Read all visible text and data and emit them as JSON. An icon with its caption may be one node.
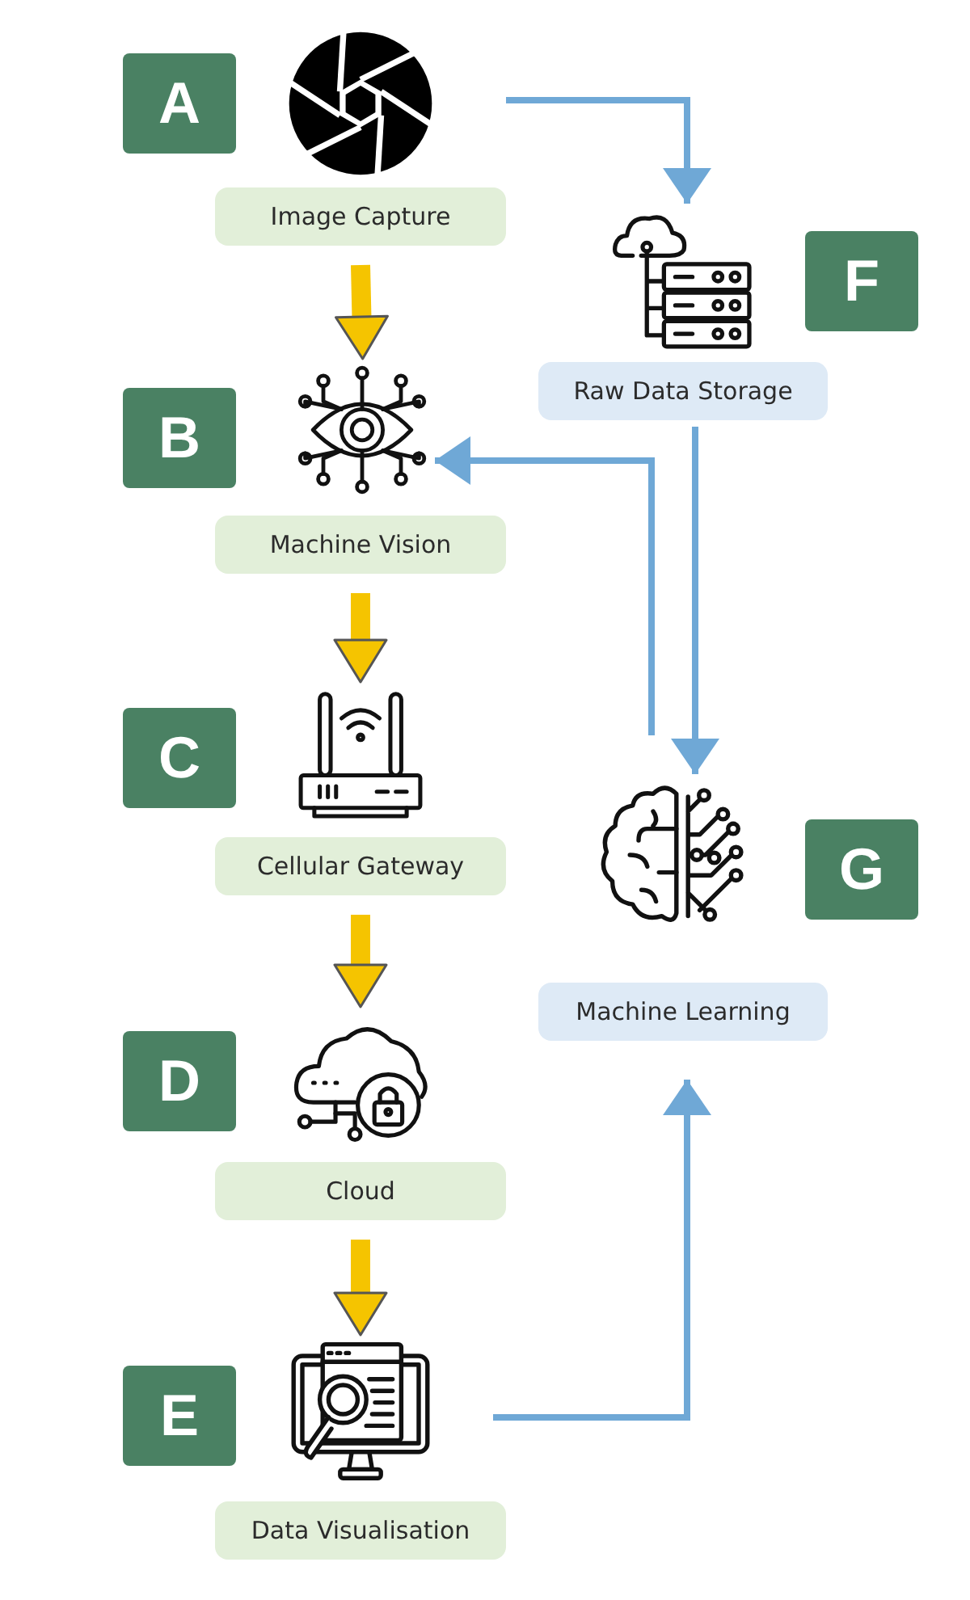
{
  "diagram": {
    "nodes": [
      {
        "text": [
          "A"
        ]
      },
      {
        "text": [],
        "shape": "picture"
      },
      {
        "text": [
          "Image Capture"
        ]
      },
      {
        "text": [
          "B"
        ]
      },
      {
        "text": [],
        "shape": "picture"
      },
      {
        "text": [
          "Machine Vision"
        ]
      },
      {
        "text": [
          "C"
        ]
      },
      {
        "text": [],
        "shape": "picture"
      },
      {
        "text": [
          "Cellular Gateway"
        ]
      },
      {
        "text": [
          "D"
        ]
      },
      {
        "text": [],
        "shape": "picture"
      },
      {
        "text": [
          "Cloud"
        ]
      },
      {
        "text": [
          "E"
        ]
      },
      {
        "text": [],
        "shape": "picture"
      },
      {
        "text": [
          "Data Visualisation"
        ]
      },
      {
        "text": [
          "F"
        ]
      },
      {
        "text": [],
        "shape": "picture"
      },
      {
        "text": [
          "Raw Data Storage"
        ]
      },
      {
        "text": [
          "G"
        ]
      },
      {
        "text": [],
        "shape": "picture"
      },
      {
        "text": [
          "Machine Learning"
        ]
      }
    ],
    "edges": [
      {
        "from": 2,
        "to": 4,
        "arrow": "to",
        "style": "thick",
        "color": "#f5c400"
      },
      {
        "from": 5,
        "to": 7,
        "arrow": "to",
        "style": "thick",
        "color": "#f5c400"
      },
      {
        "from": 8,
        "to": 10,
        "arrow": "to",
        "style": "thick",
        "color": "#f5c400"
      },
      {
        "from": 11,
        "to": 13,
        "arrow": "to",
        "style": "thick",
        "color": "#f5c400"
      },
      {
        "from": 1,
        "to": 16,
        "arrow": "to",
        "color": "#6fa8d6"
      },
      {
        "from": 17,
        "to": 19,
        "arrow": "to",
        "color": "#6fa8d6"
      },
      {
        "from": 19,
        "to": 4,
        "arrow": "to",
        "color": "#6fa8d6"
      },
      {
        "from": 13,
        "to": 20,
        "arrow": "to",
        "color": "#6fa8d6"
      }
    ]
  }
}
